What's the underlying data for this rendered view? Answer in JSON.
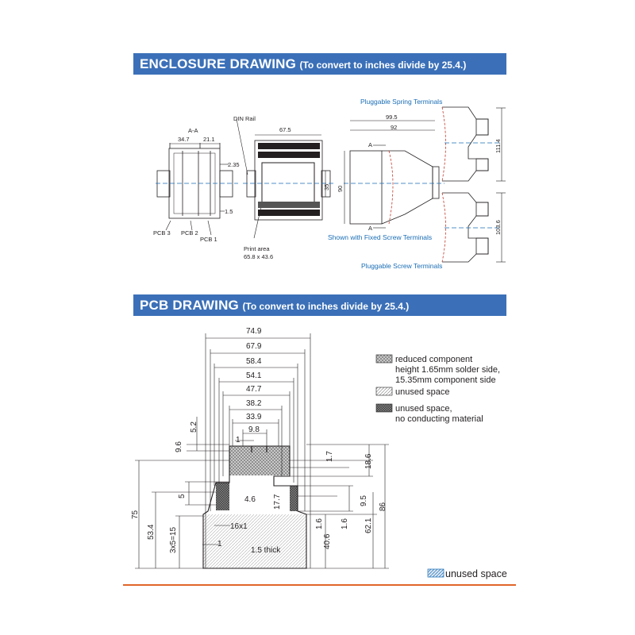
{
  "enclosure": {
    "title": "ENCLOSURE DRAWING",
    "subtitle": "(To convert to inches divide by 25.4.)",
    "section_label": "A-A",
    "dims": {
      "d34_7": "34.7",
      "d21_1": "21.1",
      "d2_35": "2.35",
      "d1_5": "1.5",
      "d67_5": "67.5",
      "d35": "35",
      "d99_5": "99.5",
      "d92": "92",
      "d90": "90",
      "d111_4": "111.4",
      "d103_6": "103.6"
    },
    "labels": {
      "din_rail": "DIN Rail",
      "pcb3": "PCB 3",
      "pcb2": "PCB 2",
      "pcb1": "PCB 1",
      "print_area": "Print area",
      "print_area_size": "65.8 x 43.6",
      "section_a": "A",
      "spring": "Pluggable Spring Terminals",
      "fixed": "Shown with Fixed Screw Terminals",
      "screw": "Pluggable Screw Terminals"
    }
  },
  "pcb": {
    "title": "PCB DRAWING",
    "subtitle": "(To convert to inches divide by 25.4.)",
    "widths": [
      "74.9",
      "67.9",
      "58.4",
      "54.1",
      "47.7",
      "38.2",
      "33.9",
      "9.8"
    ],
    "dims": {
      "d5_2": "5.2",
      "d9_6": "9.6",
      "d1": "1",
      "d1_7": "1.7",
      "d18_6": "18.6",
      "d5": "5",
      "d4_6": "4.6",
      "d17_7": "17.7",
      "d9_5": "9.5",
      "d86": "86",
      "d75": "75",
      "d53_4": "53.4",
      "d16x1": "16x1",
      "d3x5": "3x5=15",
      "d1_6a": "1.6",
      "d1_6b": "1.6",
      "d40_6": "40.6",
      "d62_1": "62.1",
      "thick": "1.5 thick"
    },
    "legend": [
      {
        "line1": "reduced component",
        "line2": "height 1.65mm solder side,",
        "line3": "15.35mm component side"
      },
      {
        "line1": "unused space"
      },
      {
        "line1": "unused space,",
        "line2": "no conducting material"
      }
    ],
    "footer_legend": "unused space"
  },
  "colors": {
    "banner": "#3b70b8",
    "accent_blue": "#1a6db5",
    "rule": "#e0662a"
  }
}
